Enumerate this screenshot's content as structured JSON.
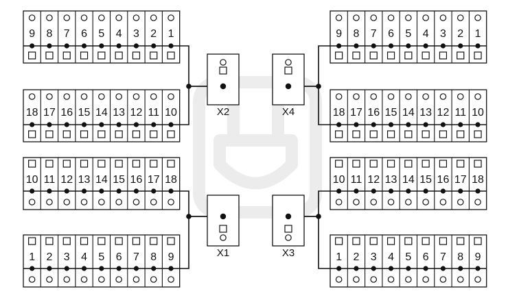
{
  "strips": [
    {
      "id": "strip-x2-upper",
      "labels": [
        "9",
        "8",
        "7",
        "6",
        "5",
        "4",
        "3",
        "2",
        "1"
      ]
    },
    {
      "id": "strip-x2-lower",
      "labels": [
        "18",
        "17",
        "16",
        "15",
        "14",
        "13",
        "12",
        "11",
        "10"
      ]
    },
    {
      "id": "strip-x4-upper",
      "labels": [
        "9",
        "8",
        "7",
        "6",
        "5",
        "4",
        "3",
        "2",
        "1"
      ]
    },
    {
      "id": "strip-x4-lower",
      "labels": [
        "18",
        "17",
        "16",
        "15",
        "14",
        "13",
        "12",
        "11",
        "10"
      ]
    },
    {
      "id": "strip-x1-upper",
      "labels": [
        "10",
        "11",
        "12",
        "13",
        "14",
        "15",
        "16",
        "17",
        "18"
      ]
    },
    {
      "id": "strip-x1-lower",
      "labels": [
        "1",
        "2",
        "3",
        "4",
        "5",
        "6",
        "7",
        "8",
        "9"
      ]
    },
    {
      "id": "strip-x3-upper",
      "labels": [
        "10",
        "11",
        "12",
        "13",
        "14",
        "15",
        "16",
        "17",
        "18"
      ]
    },
    {
      "id": "strip-x3-lower",
      "labels": [
        "1",
        "2",
        "3",
        "4",
        "5",
        "6",
        "7",
        "8",
        "9"
      ]
    }
  ],
  "connectors": [
    {
      "id": "x2",
      "label": "X2"
    },
    {
      "id": "x4",
      "label": "X4"
    },
    {
      "id": "x1",
      "label": "X1"
    },
    {
      "id": "x3",
      "label": "X3"
    }
  ]
}
